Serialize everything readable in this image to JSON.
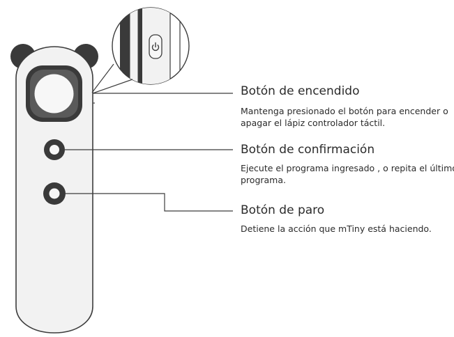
{
  "callouts": [
    {
      "title": "Botón de encendido",
      "description": "Mantenga presionado el botón para encender o apagar el lápiz controlador táctil."
    },
    {
      "title": "Botón de confirmación",
      "description": "Ejecute el programa ingresado , o repita el último programa."
    },
    {
      "title": "Botón de paro",
      "description": "Detiene la acción que mTiny está haciendo."
    }
  ],
  "colors": {
    "outline": "#3c3c3c",
    "fill": "#f2f2f2",
    "button": "#3a3a3a",
    "text": "#2b2b2b"
  },
  "icons": [
    "power-icon"
  ]
}
